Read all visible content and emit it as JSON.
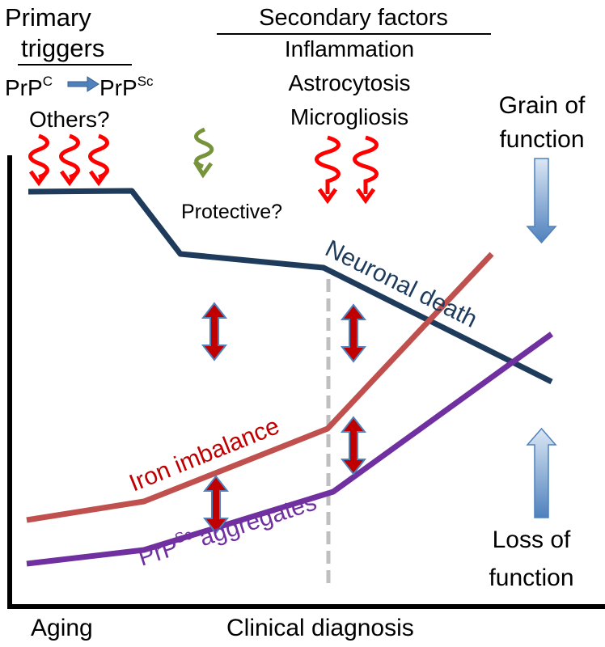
{
  "heading_primary": [
    "Primary",
    "triggers"
  ],
  "conversion": {
    "from": "PrP",
    "from_sup": "C",
    "to": "PrP",
    "to_sup": "Sc"
  },
  "primary_others": "Others?",
  "heading_secondary": "Secondary factors",
  "secondary_items": [
    "Inflammation",
    "Astrocytosis",
    "Microgliosis"
  ],
  "protective": "Protective?",
  "gain": [
    "Grain of",
    "function"
  ],
  "loss": [
    "Loss of",
    "function"
  ],
  "neuronal": "Neuronal death",
  "iron": "Iron imbalance",
  "prpsc": {
    "prefix": "PrP",
    "sup": "Sc",
    "suffix": " aggregates"
  },
  "x_left": "Aging",
  "x_right": "Clinical diagnosis",
  "colors": {
    "neuronal": "#1f3b5c",
    "iron": "#c0504d",
    "prpsc": "#7030a0",
    "trigger": "#ff0000",
    "protective": "#77933c",
    "interaction": "#c00000",
    "interaction_outline": "#4f81bd",
    "function_arrow": "#4f81bd",
    "dashed": "#bfbfbf",
    "neuronal_text": "#1f3b5c",
    "iron_text": "#c00000",
    "prpsc_text": "#7030a0"
  }
}
